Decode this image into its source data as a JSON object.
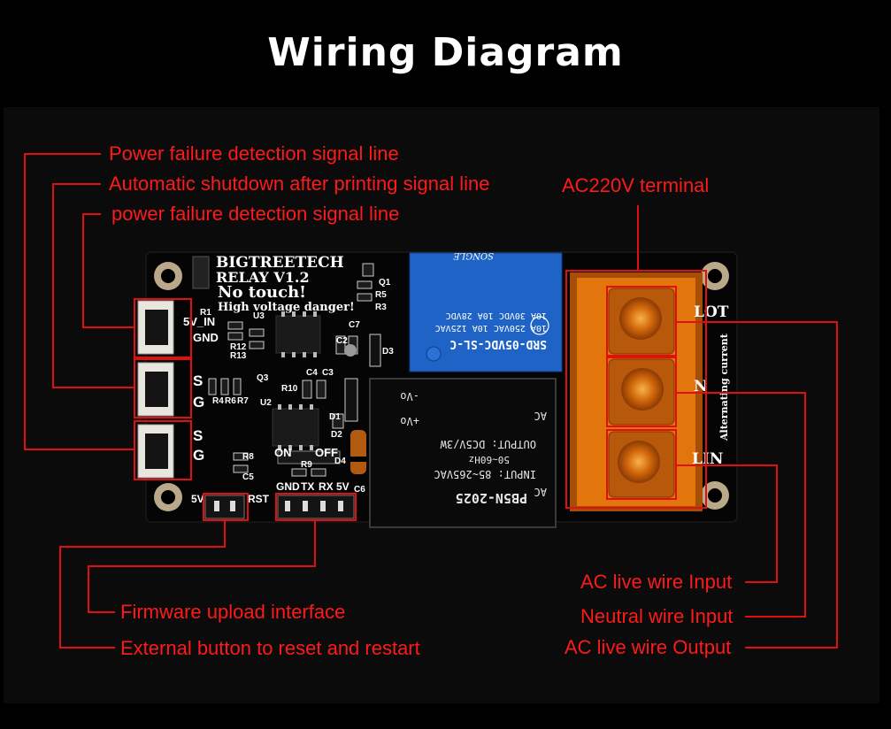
{
  "title": "Wiring Diagram",
  "labels": {
    "power_failure_1": "Power failure detection signal line",
    "auto_shutdown": "Automatic shutdown after printing signal line",
    "power_failure_2": "power failure detection signal line",
    "ac220v": "AC220V terminal",
    "firmware": "Firmware upload interface",
    "reset": "External button to reset and restart",
    "live_in": "AC live wire Input",
    "neutral_in": "Neutral wire Input",
    "live_out": "AC live wire Output"
  },
  "board": {
    "brand": "BIGTREETECH",
    "model": "RELAY V1.2",
    "warning1": "No touch!",
    "warning2": "High voltage danger!",
    "conn1_pins": [
      "5V_IN",
      "GND"
    ],
    "conn2_pins": [
      "S",
      "G"
    ],
    "conn3_pins": [
      "S",
      "G"
    ],
    "terminal_labels": [
      "LOT",
      "N",
      "LIN"
    ],
    "terminal_note": "Alternating current",
    "header_left": [
      "5V",
      "RST"
    ],
    "header_right": [
      "GND",
      "TX",
      "RX",
      "5V"
    ],
    "switch_labels": [
      "ON",
      "OFF"
    ],
    "refs": [
      "R1",
      "U3",
      "R12",
      "R13",
      "R4",
      "R6",
      "R7",
      "R8",
      "R5",
      "R3",
      "Q1",
      "D3",
      "C7",
      "C2",
      "C4",
      "C3",
      "U2",
      "D1",
      "D2",
      "R9",
      "C5",
      "R10",
      "C6",
      "D4",
      "Q3"
    ],
    "relay_lines": [
      "SRD-05VDC-SL-C",
      "10A 250VAC 10A 125VAC",
      "10A 30VDC 10A 28VDC",
      "SONGLE"
    ],
    "psu_lines": [
      "PB5N-2025",
      "INPUT: 85~265VAC",
      "50~60Hz",
      "OUTPUT: DC5V/3W",
      "+Vo",
      "-Vo",
      "AC",
      "AC"
    ]
  },
  "colors": {
    "label_red": "#ff1a1a",
    "line_red": "#e01010",
    "pcb": "#050505",
    "relay_blue": "#1f63c6",
    "terminal_orange": "#e8780e"
  }
}
